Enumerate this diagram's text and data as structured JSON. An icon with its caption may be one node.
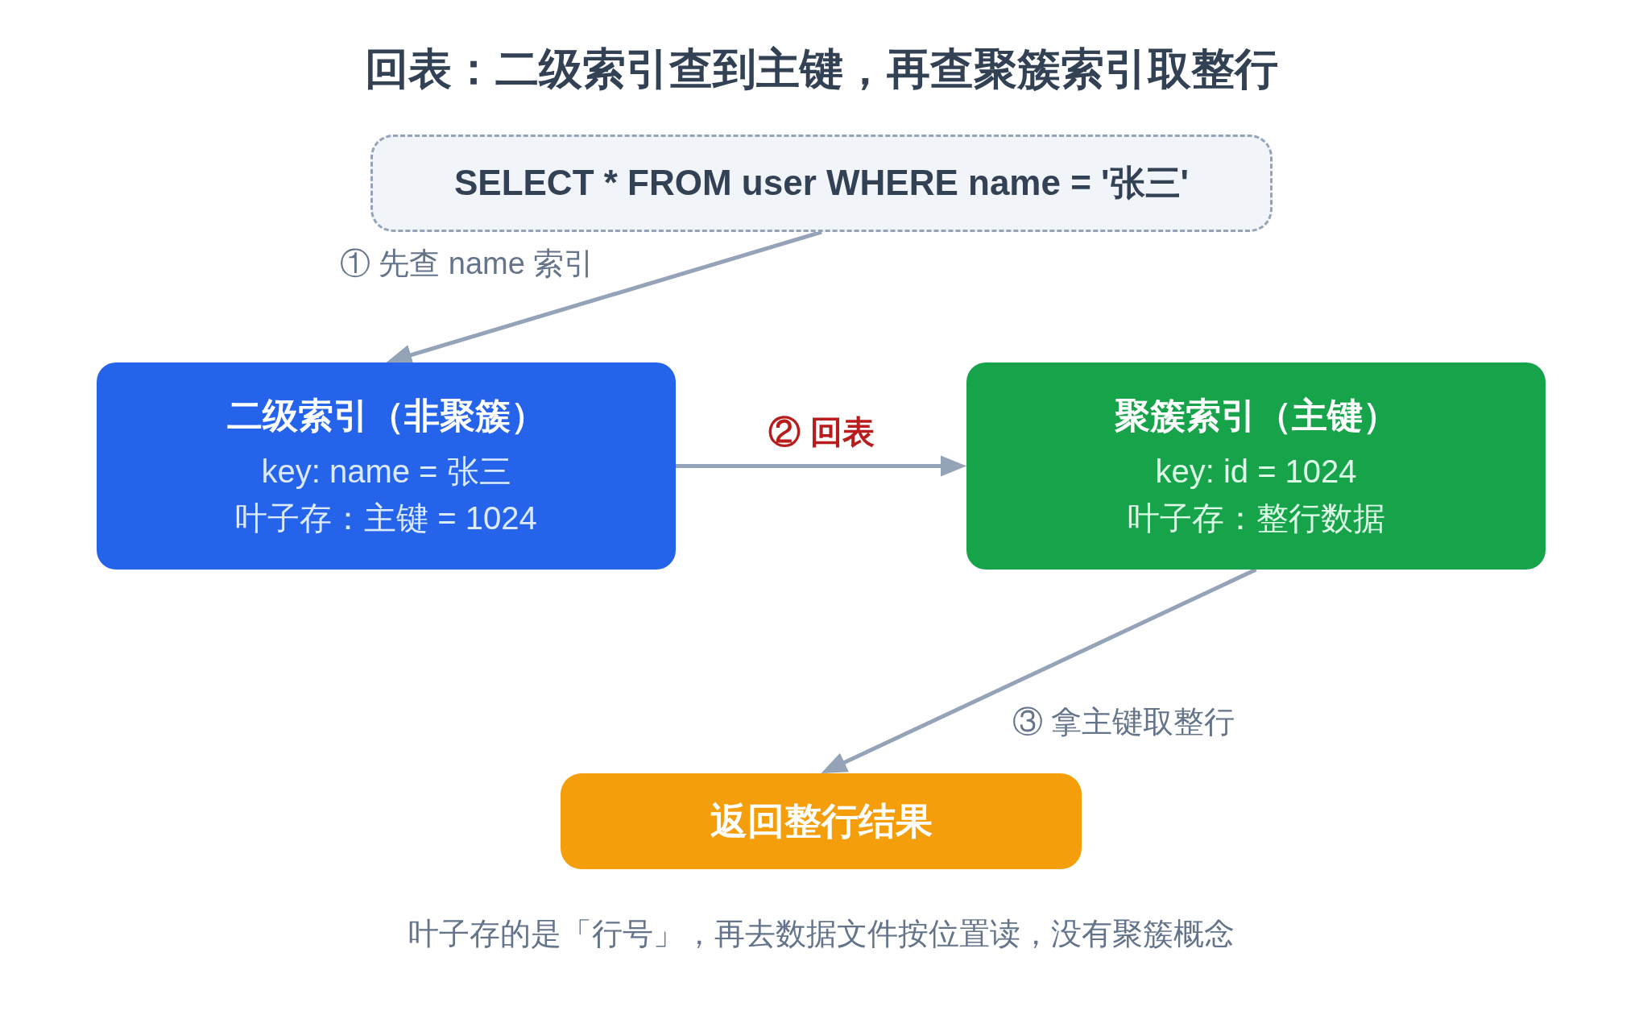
{
  "diagram": {
    "title": "回表：二级索引查到主键，再查聚簇索引取整行",
    "nodes": [
      {
        "text": [
          "SELECT * FROM user WHERE name = '张三'"
        ]
      },
      {
        "text": [
          "二级索引（非聚簇）",
          "key: name = 张三",
          "叶子存：主键 = 1024"
        ]
      },
      {
        "text": [
          "聚簇索引（主键）",
          "key: id = 1024",
          "叶子存：整行数据"
        ]
      },
      {
        "text": [
          "返回整行结果"
        ]
      }
    ],
    "edges": [
      {
        "from": 0,
        "to": 1,
        "arrow": "to",
        "label": "① 先查 name 索引"
      },
      {
        "from": 1,
        "to": 2,
        "arrow": "to",
        "label": "② 回表"
      },
      {
        "from": 2,
        "to": 3,
        "arrow": "to",
        "label": "③ 拿主键取整行"
      }
    ],
    "caption": "叶子存的是「行号」，再去数据文件按位置读，没有聚簇概念"
  }
}
